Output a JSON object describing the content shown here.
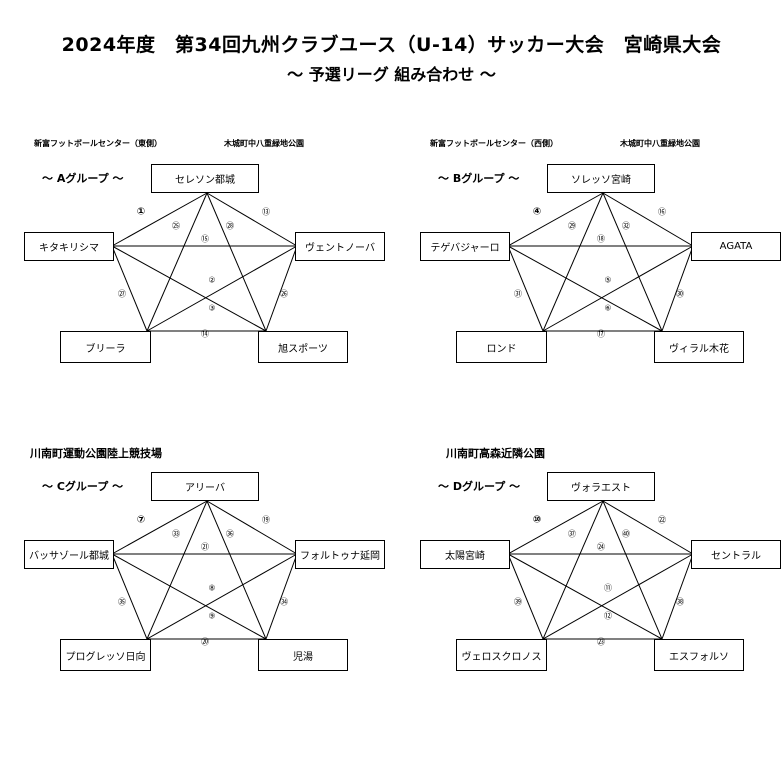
{
  "title": "2024年度　第34回九州クラブユース（U-14）サッカー大会　宮崎県大会",
  "subtitle": "～ 予選リーグ 組み合わせ ～",
  "groups": [
    {
      "label": "～ Aグループ ～",
      "venue_size": "small",
      "venue1": "新富フットボールセンター（東側）",
      "venue2": "木城町中八重緑地公園",
      "teams": [
        "セレソン都城",
        "ヴェントノーバ",
        "旭スポーツ",
        "ブリーラ",
        "キタキリシマ"
      ],
      "nums": [
        "①",
        "⑬",
        "㉕",
        "㉘",
        "⑮",
        "②",
        "③",
        "㉖",
        "㉗",
        "⑭"
      ]
    },
    {
      "label": "～ Bグループ ～",
      "venue_size": "small",
      "venue1": "新富フットボールセンター（西側）",
      "venue2": "木城町中八重緑地公園",
      "teams": [
        "ソレッソ宮崎",
        "AGATA",
        "ヴィラル木花",
        "ロンド",
        "テゲバジャーロ"
      ],
      "nums": [
        "④",
        "⑯",
        "㉙",
        "㉜",
        "⑱",
        "⑤",
        "⑥",
        "㉚",
        "㉛",
        "⑰"
      ]
    },
    {
      "label": "～ Cグループ ～",
      "venue_size": "big",
      "venue1": "川南町運動公園陸上競技場",
      "venue2": "",
      "teams": [
        "アリーバ",
        "フォルトゥナ延岡",
        "児湯",
        "プログレッソ日向",
        "バッサゾール都城"
      ],
      "nums": [
        "⑦",
        "⑲",
        "㉝",
        "㊱",
        "㉑",
        "⑧",
        "⑨",
        "㉞",
        "㉟",
        "⑳"
      ]
    },
    {
      "label": "～ Dグループ ～",
      "venue_size": "big",
      "venue1": "川南町高森近隣公園",
      "venue2": "",
      "teams": [
        "ヴォラエスト",
        "セントラル",
        "エスフォルソ",
        "ヴェロスクロノス",
        "太陽宮崎"
      ],
      "nums": [
        "⑩",
        "㉒",
        "㊲",
        "㊵",
        "㉔",
        "⑪",
        "⑫",
        "㊳",
        "㊴",
        "㉓"
      ]
    }
  ]
}
